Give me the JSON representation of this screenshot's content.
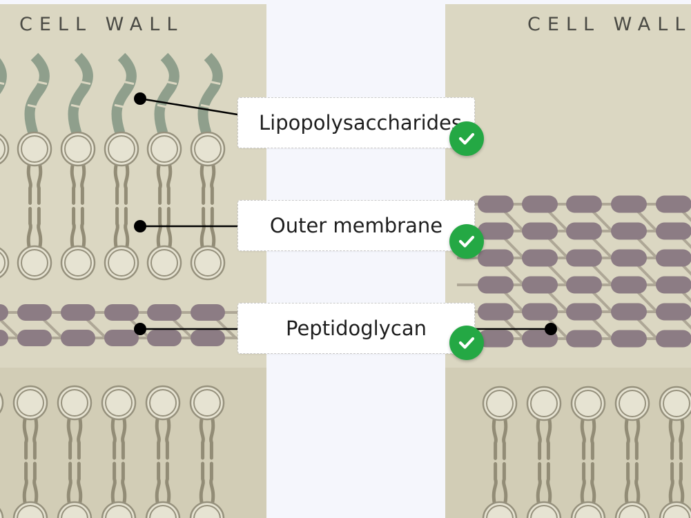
{
  "left_panel": {
    "title": "CELL WALL"
  },
  "right_panel": {
    "title": "CELL WALL"
  },
  "labels": [
    {
      "text": "Lipopolysaccharides",
      "status": "correct"
    },
    {
      "text": "Outer membrane",
      "status": "correct"
    },
    {
      "text": "Peptidoglycan",
      "status": "correct"
    }
  ],
  "colors": {
    "panel_upper": "#dbd7c2",
    "panel_lower": "#d2cdb6",
    "lps_chain": "#8f9f8c",
    "lipid_head_fill": "#e6e3d2",
    "lipid_outline": "#96917d",
    "lipid_tail": "#928c76",
    "peptidoglycan_block": "#8c7c84",
    "peptidoglycan_link": "#aea796",
    "pointer": "#000000",
    "check": "#24a844"
  },
  "icons": {
    "check": "check-circle-icon"
  }
}
